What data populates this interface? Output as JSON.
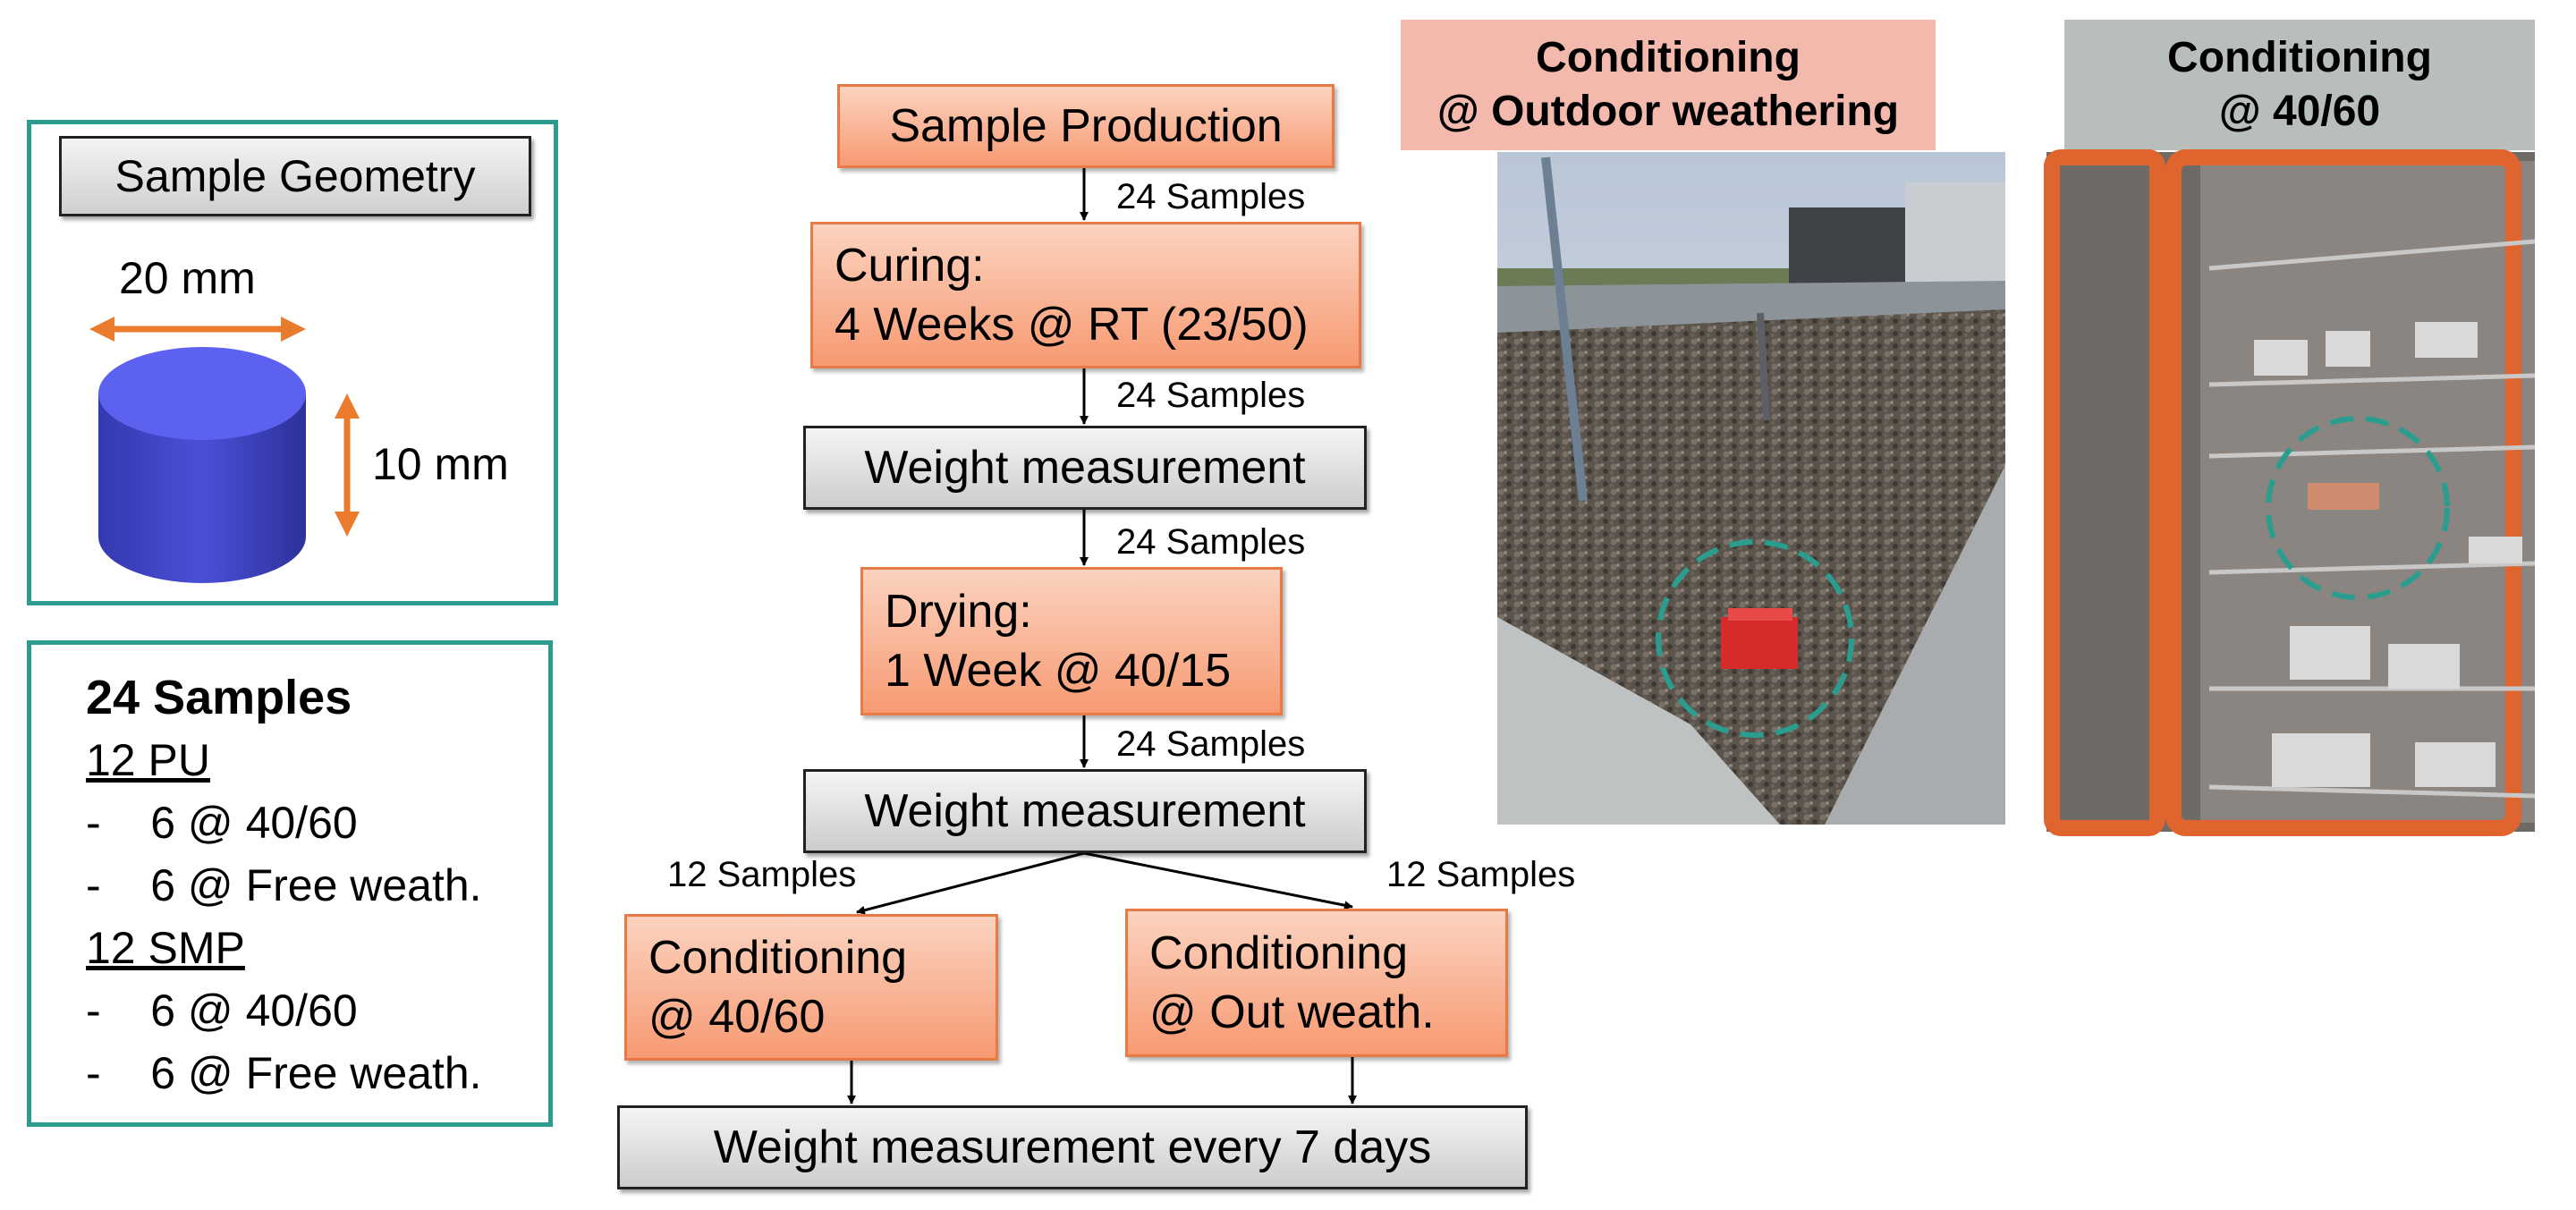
{
  "geometry": {
    "title": "Sample Geometry",
    "width_label": "20 mm",
    "height_label": "10 mm",
    "cylinder_color": "#4b4fd6",
    "arrow_color": "#ea7b2c"
  },
  "samples": {
    "heading": "24 Samples",
    "groups": [
      {
        "name": "12 PU",
        "items": [
          "-    6 @ 40/60",
          "-    6 @ Free weath."
        ]
      },
      {
        "name": "12 SMP",
        "items": [
          "-    6 @ 40/60",
          "-    6 @ Free weath."
        ]
      }
    ]
  },
  "flow": {
    "production": "Sample Production",
    "curing_line1": "Curing:",
    "curing_line2": "4 Weeks @ RT (23/50)",
    "weight1": "Weight measurement",
    "drying_line1": "Drying:",
    "drying_line2": "1 Week @ 40/15",
    "weight2": "Weight measurement",
    "cond_lab_line1": "Conditioning",
    "cond_lab_line2": "@ 40/60",
    "cond_out_line1": "Conditioning",
    "cond_out_line2": "@ Out weath.",
    "final": "Weight measurement every 7 days",
    "labels": {
      "l1": "24 Samples",
      "l2": "24 Samples",
      "l3": "24 Samples",
      "l4": "24 Samples",
      "left": "12 Samples",
      "right": "12 Samples"
    }
  },
  "photos": {
    "outdoor_header_line1": "Conditioning",
    "outdoor_header_line2": "@ Outdoor weathering",
    "lab_header_line1": "Conditioning",
    "lab_header_line2": "@ 40/60",
    "highlight_color": "#2a9d8f"
  },
  "colors": {
    "teal_border": "#2a9d8f",
    "orange_box": "#f79a72",
    "gray_box": "#cccccc",
    "header_pink": "#f4b9ad",
    "header_gray": "#b8bebb"
  }
}
